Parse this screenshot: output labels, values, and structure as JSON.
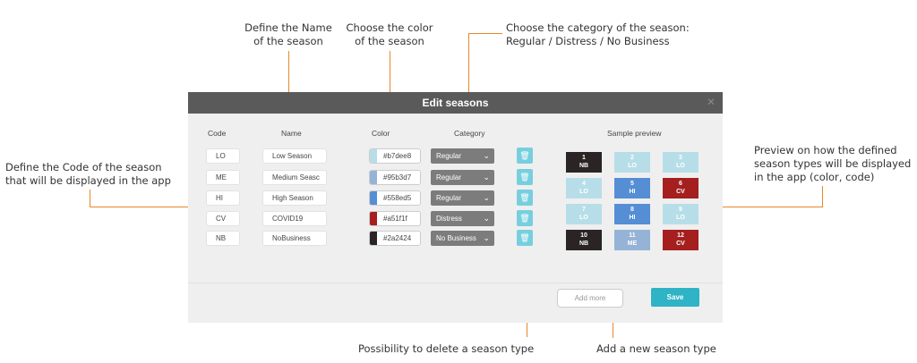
{
  "annotations": {
    "name": "Define the Name\nof the season",
    "color": "Choose the color\nof the season",
    "category": "Choose the category of the season:\nRegular / Distress / No Business",
    "code": "Define the Code of the season\nthat will be displayed in the app",
    "preview": "Preview on how the defined\nseason types will be displayed\nin the app (color, code)",
    "delete": "Possibility to delete a season type",
    "add": "Add a new season type"
  },
  "dialog": {
    "title": "Edit seasons",
    "close_icon": "close-icon",
    "headers": {
      "code": "Code",
      "name": "Name",
      "color": "Color",
      "category": "Category",
      "preview": "Sample preview"
    },
    "rows": [
      {
        "code": "LO",
        "name": "Low Season",
        "hex": "#b7dee8",
        "category": "Regular"
      },
      {
        "code": "ME",
        "name": "Medium Seasc",
        "hex": "#95b3d7",
        "category": "Regular"
      },
      {
        "code": "HI",
        "name": "High Season",
        "hex": "#558ed5",
        "category": "Regular"
      },
      {
        "code": "CV",
        "name": "COVID19",
        "hex": "#a51f1f",
        "category": "Distress"
      },
      {
        "code": "NB",
        "name": "NoBusiness",
        "hex": "#2a2424",
        "category": "No Business"
      }
    ],
    "preview_tiles": [
      {
        "num": "1",
        "code": "NB",
        "bg": "#2a2424",
        "fg": "#ffffff"
      },
      {
        "num": "2",
        "code": "LO",
        "bg": "#b7dee8",
        "fg": "#ffffff"
      },
      {
        "num": "3",
        "code": "LO",
        "bg": "#b7dee8",
        "fg": "#ffffff"
      },
      {
        "num": "4",
        "code": "LO",
        "bg": "#b7dee8",
        "fg": "#ffffff"
      },
      {
        "num": "5",
        "code": "HI",
        "bg": "#558ed5",
        "fg": "#ffffff"
      },
      {
        "num": "6",
        "code": "CV",
        "bg": "#a51f1f",
        "fg": "#ffffff"
      },
      {
        "num": "7",
        "code": "LO",
        "bg": "#b7dee8",
        "fg": "#ffffff"
      },
      {
        "num": "8",
        "code": "HI",
        "bg": "#558ed5",
        "fg": "#ffffff"
      },
      {
        "num": "9",
        "code": "LO",
        "bg": "#b7dee8",
        "fg": "#ffffff"
      },
      {
        "num": "10",
        "code": "NB",
        "bg": "#2a2424",
        "fg": "#ffffff"
      },
      {
        "num": "11",
        "code": "ME",
        "bg": "#95b3d7",
        "fg": "#ffffff"
      },
      {
        "num": "12",
        "code": "CV",
        "bg": "#a51f1f",
        "fg": "#ffffff"
      }
    ],
    "add_more_label": "Add more",
    "save_label": "Save"
  },
  "colors": {
    "accent": "#e8872a",
    "save": "#2fb3c6",
    "delete": "#77cfde",
    "header": "#5a5a5a",
    "select": "#7c7c7c"
  }
}
